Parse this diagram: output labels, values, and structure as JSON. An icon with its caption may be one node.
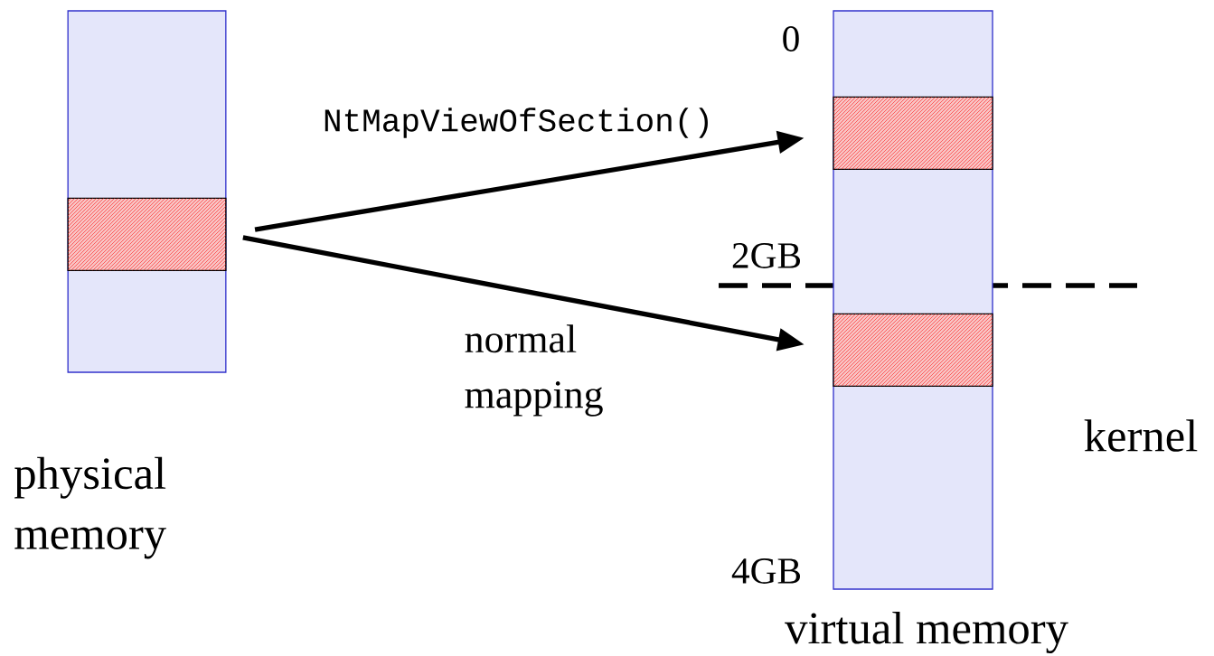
{
  "diagram": {
    "nodes": [
      {
        "text": [
          "physical memory"
        ]
      },
      {
        "text": [],
        "shape": "box",
        "in": 0
      },
      {
        "text": [
          "virtual memory"
        ]
      },
      {
        "text": [],
        "shape": "box",
        "in": 2
      },
      {
        "text": [],
        "shape": "box",
        "in": 2
      }
    ],
    "edges": [
      {
        "from": 1,
        "to": 3,
        "arrow": "to",
        "label": "NtMapViewOfSection()"
      },
      {
        "from": 1,
        "to": 4,
        "arrow": "to",
        "label": "normal mapping"
      }
    ],
    "labels": [
      "0",
      "2GB",
      "4GB",
      "kernel"
    ]
  }
}
